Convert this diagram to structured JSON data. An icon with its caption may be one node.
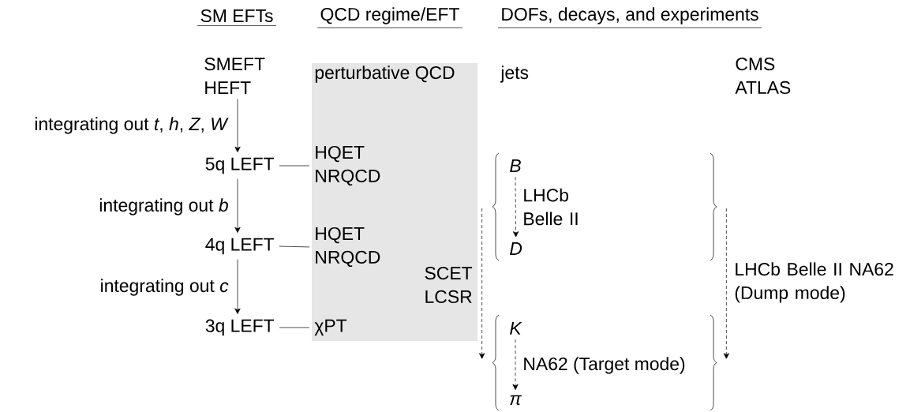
{
  "diagram": {
    "nodes": [
      {
        "text": [
          "SMEFT HEFT"
        ]
      },
      {
        "text": [
          "5q LEFT"
        ]
      },
      {
        "text": [
          "4q LEFT"
        ]
      },
      {
        "text": [
          "3q LEFT"
        ]
      },
      {
        "text": [
          "perturbative QCD"
        ]
      },
      {
        "text": [
          "HQET NRQCD"
        ],
        "in": 4
      },
      {
        "text": [
          "HQET NRQCD"
        ],
        "in": 4
      },
      {
        "text": [
          "χPT"
        ],
        "in": 4
      },
      {
        "text": [
          "SCET LCSR"
        ],
        "in": 4
      },
      {
        "text": [],
        "shape": "brace"
      },
      {
        "text": [
          "B"
        ],
        "in": 9
      },
      {
        "text": [
          "D"
        ],
        "in": 9
      },
      {
        "text": [],
        "shape": "brace"
      },
      {
        "text": [
          "K"
        ],
        "in": 12
      },
      {
        "text": [
          "π"
        ],
        "in": 12
      }
    ],
    "edges": [
      {
        "from": 0,
        "to": 1,
        "arrow": "to",
        "label": "integrating out *t*, *h*, *Z*, *W*"
      },
      {
        "from": 1,
        "to": 2,
        "arrow": "to",
        "label": "integrating out *b*"
      },
      {
        "from": 2,
        "to": 3,
        "arrow": "to",
        "label": "integrating out *c*"
      },
      {
        "from": 1,
        "to": 5,
        "arrow": "none"
      },
      {
        "from": 2,
        "to": 6,
        "arrow": "none"
      },
      {
        "from": 3,
        "to": 7,
        "arrow": "none"
      },
      {
        "from": 10,
        "to": 11,
        "arrow": "to",
        "style": "dashed",
        "label": "LHCb Belle II"
      },
      {
        "from": 13,
        "to": 14,
        "arrow": "to",
        "style": "dashed",
        "label": "NA62 (Target mode)"
      },
      {
        "from": 9,
        "to": 12,
        "arrow": "to",
        "style": "dashed"
      },
      {
        "from": 9,
        "to": 12,
        "arrow": "to",
        "style": "dashed",
        "label": "LHCb Belle II NA62 (Dump mode)"
      }
    ],
    "labels": [
      "SM EFTs",
      "QCD regime/EFT",
      "DOFs, decays, and experiments",
      "jets",
      "CMS ATLAS"
    ]
  }
}
